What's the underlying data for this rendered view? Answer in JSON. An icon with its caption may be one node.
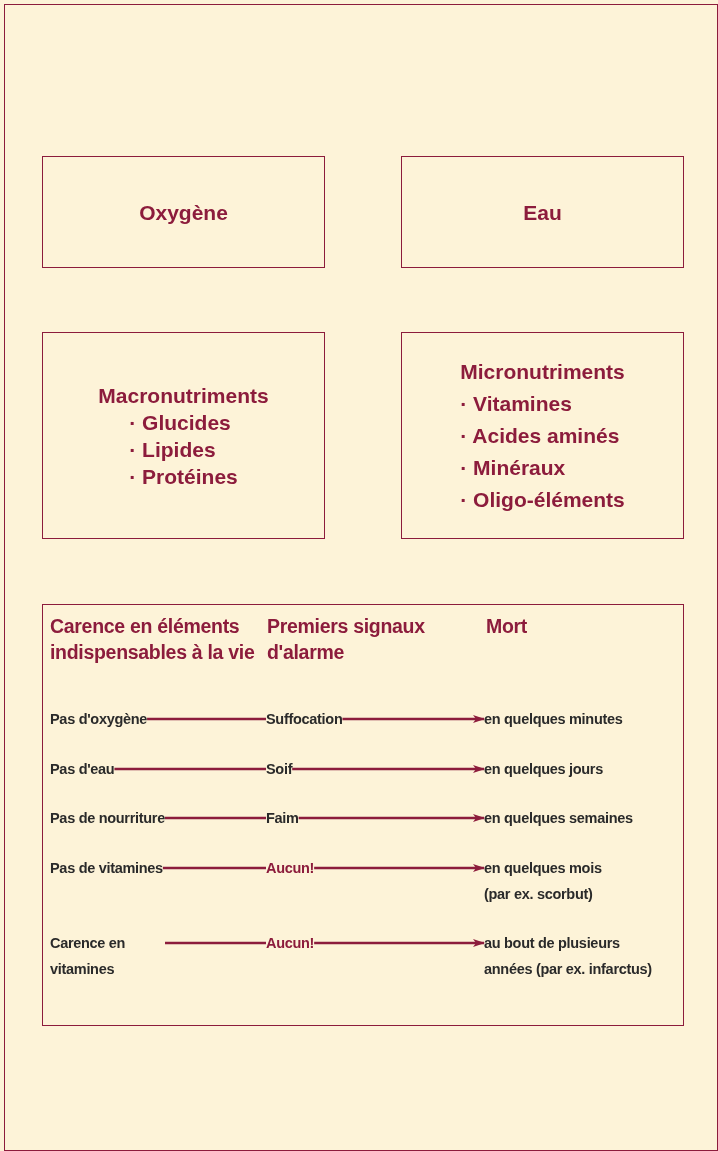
{
  "diagram": {
    "nodes": [
      {
        "text": [
          "Oxygène"
        ]
      },
      {
        "text": [
          "Eau"
        ]
      },
      {
        "text": [
          "Macronutriments",
          "· Glucides",
          "· Lipides",
          "· Protéines"
        ]
      },
      {
        "text": [
          "Micronutriments",
          "· Vitamines",
          "· Acides aminés",
          "· Minéraux",
          "· Oligo-éléments"
        ]
      },
      {
        "text": [
          "Carence en éléments indispensables à la vie",
          "Premiers signaux d'alarme",
          "Mort"
        ]
      },
      {
        "text": [
          "Pas d'oxygène"
        ],
        "in": 4
      },
      {
        "text": [
          "Suffocation"
        ],
        "in": 4
      },
      {
        "text": [
          "en quelques minutes"
        ],
        "in": 4
      },
      {
        "text": [
          "Pas d'eau"
        ],
        "in": 4
      },
      {
        "text": [
          "Soif"
        ],
        "in": 4
      },
      {
        "text": [
          "en quelques jours"
        ],
        "in": 4
      },
      {
        "text": [
          "Pas de nourriture"
        ],
        "in": 4
      },
      {
        "text": [
          "Faim"
        ],
        "in": 4
      },
      {
        "text": [
          "en quelques semaines"
        ],
        "in": 4
      },
      {
        "text": [
          "Pas de vitamines"
        ],
        "in": 4
      },
      {
        "text": [
          "Aucun!"
        ],
        "in": 4
      },
      {
        "text": [
          "en quelques mois",
          "(par ex. scorbut)"
        ],
        "in": 4
      },
      {
        "text": [
          "Carence en vitamines"
        ],
        "in": 4
      },
      {
        "text": [
          "Aucun!"
        ],
        "in": 4
      },
      {
        "text": [
          "au bout de plusieurs",
          "années (par ex. infarctus)"
        ],
        "in": 4
      }
    ],
    "edges": [
      {
        "from": 5,
        "to": 6,
        "arrow": "none"
      },
      {
        "from": 6,
        "to": 7,
        "arrow": "to"
      },
      {
        "from": 8,
        "to": 9,
        "arrow": "none"
      },
      {
        "from": 9,
        "to": 10,
        "arrow": "to"
      },
      {
        "from": 11,
        "to": 12,
        "arrow": "none"
      },
      {
        "from": 12,
        "to": 13,
        "arrow": "to"
      },
      {
        "from": 14,
        "to": 15,
        "arrow": "none"
      },
      {
        "from": 15,
        "to": 16,
        "arrow": "to"
      },
      {
        "from": 17,
        "to": 18,
        "arrow": "none"
      },
      {
        "from": 18,
        "to": 19,
        "arrow": "to"
      }
    ]
  }
}
